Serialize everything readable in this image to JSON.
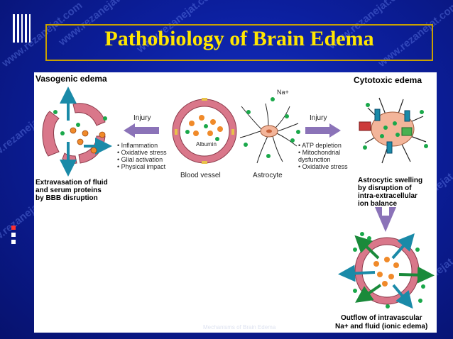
{
  "slide": {
    "title": "Pathobiology of  Brain Edema",
    "watermark": "www.rezanejat.com",
    "footer_faint": "Mechanisms of Brain Edema"
  },
  "diagram": {
    "vasogenic_heading": "Vasogenic edema",
    "cytotoxic_heading": "Cytotoxic edema",
    "injury_left": "Injury",
    "injury_right": "Injury",
    "albumin": "Albumin",
    "na_label": "Na+",
    "blood_vessel": "Blood vessel",
    "astrocyte": "Astrocyte",
    "left_causes": [
      "• Inflammation",
      "• Oxidative stress",
      "• Glial activation",
      "• Physical impact"
    ],
    "right_causes": [
      "• ATP depletion",
      "• Mitochondrial",
      "   dysfunction",
      "• Oxidative stress"
    ],
    "extravasation": [
      "Extravasation of fluid",
      "and serum proteins",
      "by BBB disruption"
    ],
    "astrocytic": [
      "Astrocytic swelling",
      "by disruption of",
      "intra-extracellular",
      "ion balance"
    ],
    "outflow": [
      "Outflow of intravascular",
      "Na+ and fluid (ionic edema)"
    ]
  },
  "colors": {
    "title": "#ffe600",
    "border": "#c9a000",
    "vessel": "#d9778a",
    "arrow": "#8b73b8",
    "ion_green": "#1aa84a",
    "albumin_orange": "#f08a2a",
    "channel_teal": "#1a8aa8",
    "astro_fill": "#f3b59a"
  }
}
